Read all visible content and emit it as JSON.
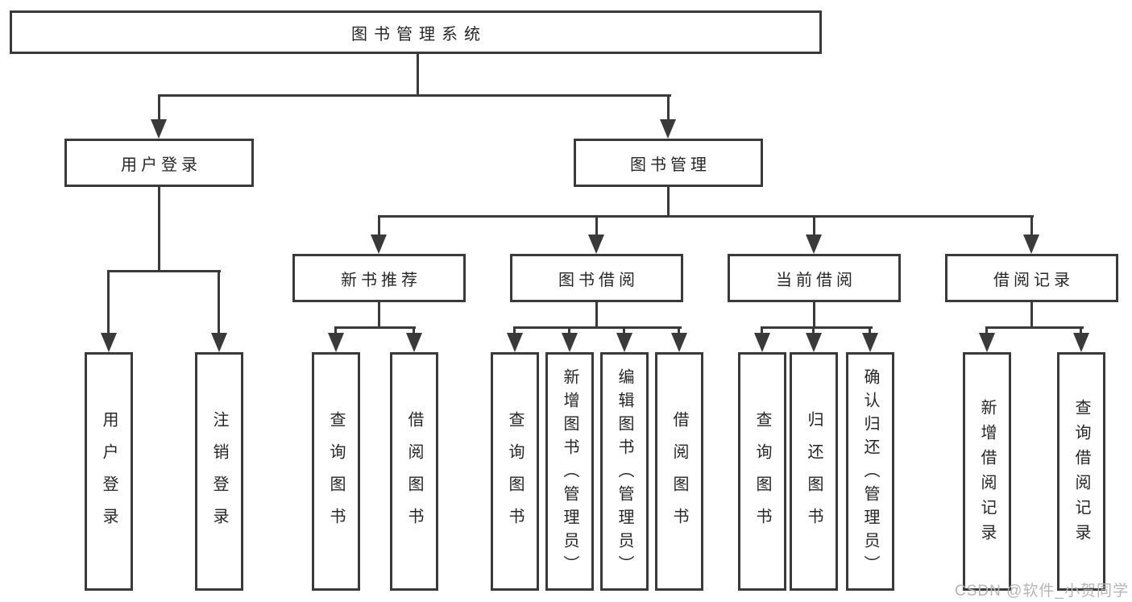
{
  "colors": {
    "line": "#3a3a3a",
    "text": "#262626",
    "bg": "#ffffff",
    "watermark": "#b5b5b5"
  },
  "nodes": {
    "root": {
      "label": "图书管理系统"
    },
    "login": {
      "label": "用户登录"
    },
    "manage": {
      "label": "图书管理"
    },
    "login_user": {
      "label": "用户登录"
    },
    "login_logout": {
      "label": "注销登录"
    },
    "recommend": {
      "label": "新书推荐"
    },
    "recommend_query": {
      "label": "查询图书"
    },
    "recommend_borrow": {
      "label": "借阅图书"
    },
    "borrow": {
      "label": "图书借阅"
    },
    "borrow_query": {
      "label": "查询图书"
    },
    "borrow_add": {
      "label": "新增图书（管理员）"
    },
    "borrow_edit": {
      "label": "编辑图书（管理员）"
    },
    "borrow_do": {
      "label": "借阅图书"
    },
    "current": {
      "label": "当前借阅"
    },
    "current_query": {
      "label": "查询图书"
    },
    "current_return": {
      "label": "归还图书"
    },
    "current_confirm": {
      "label": "确认归还（管理员）"
    },
    "records": {
      "label": "借阅记录"
    },
    "records_add": {
      "label": "新增借阅记录"
    },
    "records_query": {
      "label": "查询借阅记录"
    }
  },
  "watermark": {
    "text": "CSDN @软件_小贺同学"
  }
}
